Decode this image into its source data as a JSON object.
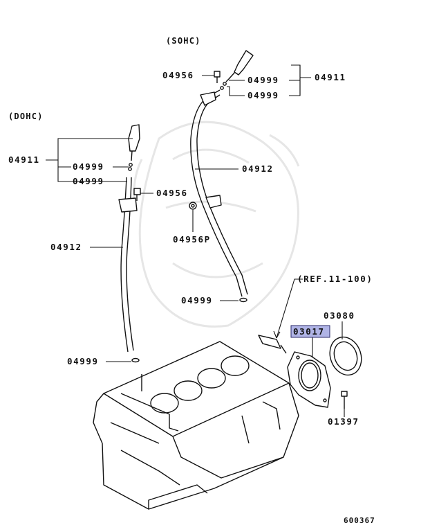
{
  "diagram": {
    "headers": {
      "sohc": "(SOHC)",
      "dohc": "(DOHC)"
    },
    "labels": {
      "sohc_bolt": "04956",
      "sohc_gasket_1": "04999",
      "sohc_gasket_2": "04999",
      "sohc_dipstick": "04911",
      "sohc_tube": "04912",
      "sohc_bolt_p": "04956P",
      "sohc_lower_gasket": "04999",
      "dohc_dipstick": "04911",
      "dohc_gasket_1": "04999",
      "dohc_gasket_2": "04999",
      "dohc_bolt": "04956",
      "dohc_tube": "04912",
      "dohc_lower_gasket": "04999",
      "reference": "(REF.11-100)",
      "case": "03017",
      "oil_seal": "03080",
      "case_bolt": "01397",
      "figure_id": "600367"
    },
    "highlight_color": "#b0b4e6"
  }
}
